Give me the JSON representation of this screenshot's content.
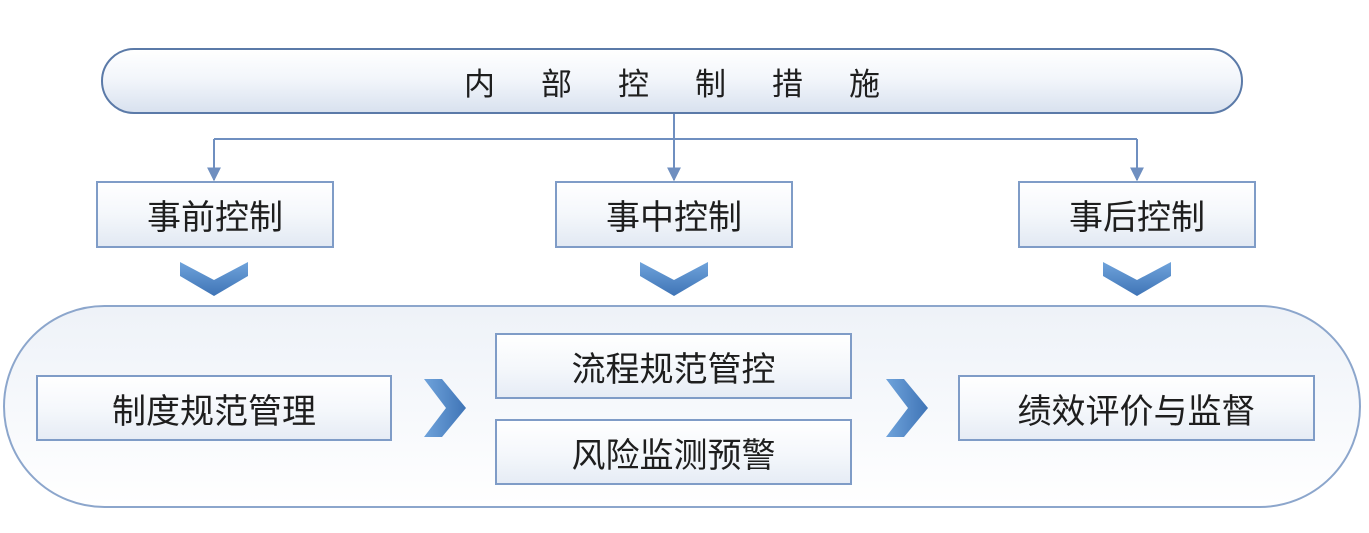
{
  "diagram": {
    "root": {
      "label": "内部控制措施"
    },
    "stages": [
      {
        "label": "事前控制"
      },
      {
        "label": "事中控制"
      },
      {
        "label": "事后控制"
      }
    ],
    "processes": [
      {
        "label": "制度规范管理"
      },
      {
        "label": "流程规范管控"
      },
      {
        "label": "风险监测预警"
      },
      {
        "label": "绩效评价与监督"
      }
    ]
  },
  "colors": {
    "connector": "#6f8fc0",
    "chevron": "#4f86c6",
    "border": "#7f9cc7"
  }
}
